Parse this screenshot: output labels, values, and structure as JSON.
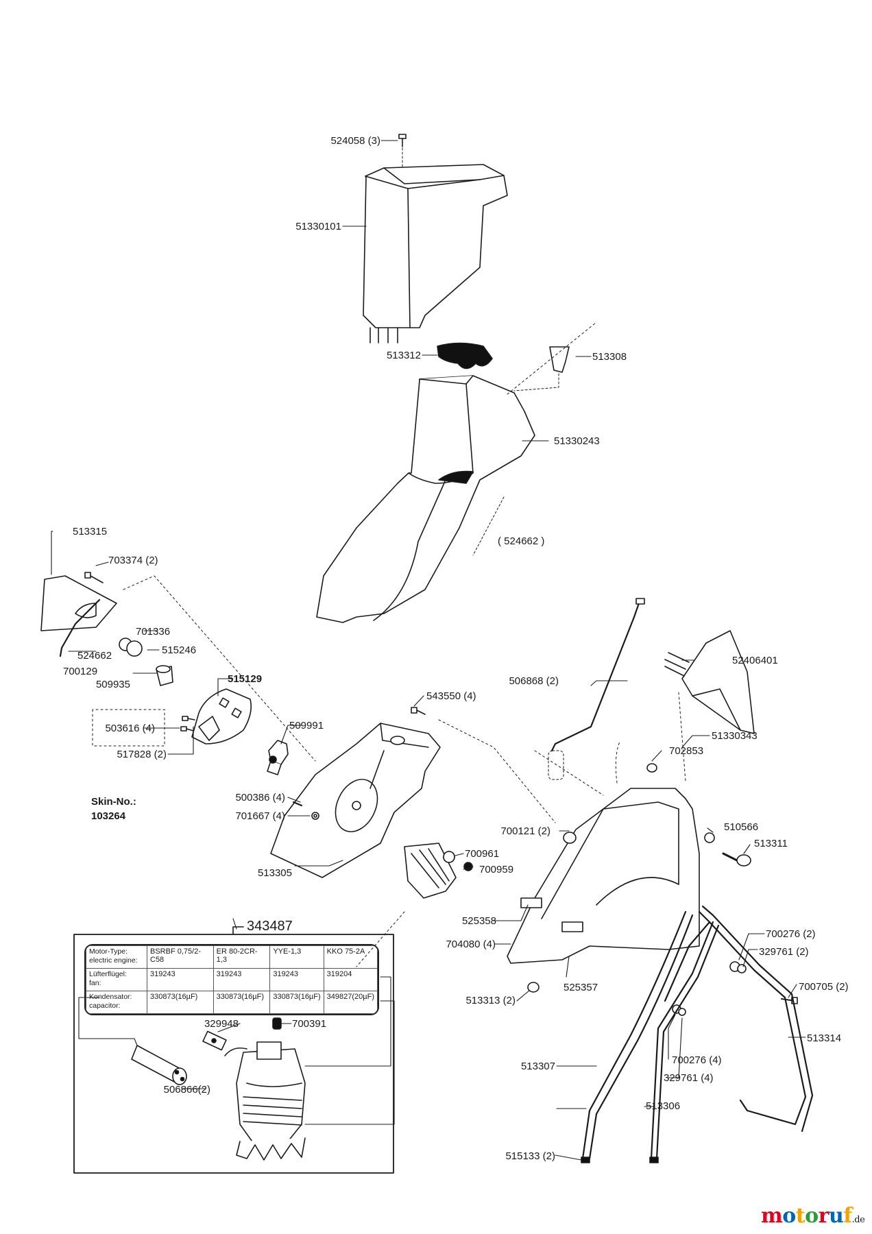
{
  "diagram": {
    "parts": [
      {
        "id": "p1",
        "label": "524058 (3)"
      },
      {
        "id": "p2",
        "label": "51330101"
      },
      {
        "id": "p3",
        "label": "513312"
      },
      {
        "id": "p4",
        "label": "513308"
      },
      {
        "id": "p5",
        "label": "51330243"
      },
      {
        "id": "p6",
        "label": "( 524662 )"
      },
      {
        "id": "p7",
        "label": "513315"
      },
      {
        "id": "p8",
        "label": "703374 (2)"
      },
      {
        "id": "p9",
        "label": "701336"
      },
      {
        "id": "p10",
        "label": "515246"
      },
      {
        "id": "p11",
        "label": "524662"
      },
      {
        "id": "p12",
        "label": "700129"
      },
      {
        "id": "p13",
        "label": "509935"
      },
      {
        "id": "p14",
        "label": "515129"
      },
      {
        "id": "p15",
        "label": "503616 (4)"
      },
      {
        "id": "p16",
        "label": "517828 (2)"
      },
      {
        "id": "p17",
        "label": "509991"
      },
      {
        "id": "p18",
        "label": "543550 (4)"
      },
      {
        "id": "p19",
        "label": "506868 (2)"
      },
      {
        "id": "p20",
        "label": "52406401"
      },
      {
        "id": "p21",
        "label": "702853"
      },
      {
        "id": "p22",
        "label": "51330343"
      },
      {
        "id": "p23",
        "label": "500386 (4)"
      },
      {
        "id": "p24",
        "label": "701667 (4)"
      },
      {
        "id": "p25",
        "label": "700121 (2)"
      },
      {
        "id": "p26",
        "label": "510566"
      },
      {
        "id": "p27",
        "label": "513311"
      },
      {
        "id": "p28",
        "label": "700961"
      },
      {
        "id": "p29",
        "label": "700959"
      },
      {
        "id": "p30",
        "label": "513305"
      },
      {
        "id": "p31",
        "label": "525358"
      },
      {
        "id": "p32",
        "label": "704080 (4)"
      },
      {
        "id": "p33",
        "label": "700276 (2)"
      },
      {
        "id": "p34",
        "label": "329761 (2)"
      },
      {
        "id": "p35",
        "label": "525357"
      },
      {
        "id": "p36",
        "label": "513313 (2)"
      },
      {
        "id": "p37",
        "label": "700705 (2)"
      },
      {
        "id": "p38",
        "label": "513314"
      },
      {
        "id": "p39",
        "label": "700276 (4)"
      },
      {
        "id": "p40",
        "label": "329761 (4)"
      },
      {
        "id": "p41",
        "label": "513307"
      },
      {
        "id": "p42",
        "label": "515133 (2)"
      },
      {
        "id": "p43",
        "label": "513306"
      },
      {
        "id": "p44",
        "label": "329948"
      },
      {
        "id": "p45",
        "label": "700391"
      },
      {
        "id": "p46",
        "label": "506866(2)"
      }
    ],
    "skin_label": "Skin-No.:",
    "skin_number": "103264",
    "kit_number": "343487"
  },
  "motor_table": {
    "headers": [
      [
        "Motor-Type:",
        "electric engine:"
      ],
      [
        "Lüfterflügel:",
        "fan:"
      ],
      [
        "Kondensator:",
        "capacitor:"
      ]
    ],
    "columns": [
      {
        "motor": "BSRBF 0,75/2-C58",
        "fan": "319243",
        "capacitor": "330873(16µF)"
      },
      {
        "motor": "ER 80-2CR-1,3",
        "fan": "319243",
        "capacitor": "330873(16µF)"
      },
      {
        "motor": "YYE-1,3",
        "fan": "319243",
        "capacitor": "330873(16µF)"
      },
      {
        "motor": "KKO 75-2A",
        "fan": "319204",
        "capacitor": "349827(20µF)"
      }
    ]
  },
  "branding": {
    "logo_main": "motoruf",
    "logo_tld": ".de",
    "logo_colors": [
      "#e2001a",
      "#0065b3",
      "#f5a200",
      "#2a9d3a"
    ]
  }
}
